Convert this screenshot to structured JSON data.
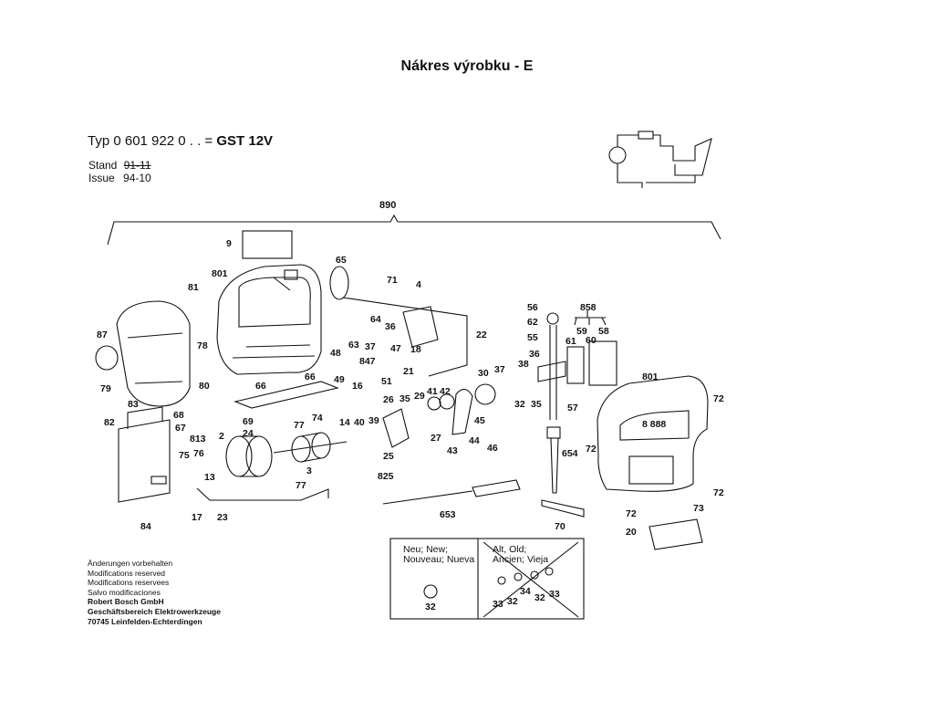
{
  "page_title": "Nákres výrobku - E",
  "header": {
    "typ_prefix": "Typ 0 601 922 0 . . = ",
    "model": "GST 12V",
    "stand_label": "Stand",
    "stand_value": "91-11",
    "issue_label": "Issue",
    "issue_value": "94-10"
  },
  "assembly_number": "890",
  "parts": [
    {
      "id": "p9",
      "label": "9"
    },
    {
      "id": "p801a",
      "label": "801"
    },
    {
      "id": "p65",
      "label": "65"
    },
    {
      "id": "p81",
      "label": "81"
    },
    {
      "id": "p71",
      "label": "71"
    },
    {
      "id": "p4",
      "label": "4"
    },
    {
      "id": "p87",
      "label": "87"
    },
    {
      "id": "p78",
      "label": "78"
    },
    {
      "id": "p64",
      "label": "64"
    },
    {
      "id": "p36a",
      "label": "36"
    },
    {
      "id": "p63",
      "label": "63"
    },
    {
      "id": "p37a",
      "label": "37"
    },
    {
      "id": "p47",
      "label": "47"
    },
    {
      "id": "p18",
      "label": "18"
    },
    {
      "id": "p22",
      "label": "22"
    },
    {
      "id": "p48",
      "label": "48"
    },
    {
      "id": "p847",
      "label": "847"
    },
    {
      "id": "p49",
      "label": "49"
    },
    {
      "id": "p51",
      "label": "51"
    },
    {
      "id": "p21",
      "label": "21"
    },
    {
      "id": "p79",
      "label": "79"
    },
    {
      "id": "p80",
      "label": "80"
    },
    {
      "id": "p66a",
      "label": "66"
    },
    {
      "id": "p66b",
      "label": "66"
    },
    {
      "id": "p16",
      "label": "16"
    },
    {
      "id": "p83",
      "label": "83"
    },
    {
      "id": "p82",
      "label": "82"
    },
    {
      "id": "p68",
      "label": "68"
    },
    {
      "id": "p67",
      "label": "67"
    },
    {
      "id": "p69",
      "label": "69"
    },
    {
      "id": "p24",
      "label": "24"
    },
    {
      "id": "p77a",
      "label": "77"
    },
    {
      "id": "p74",
      "label": "74"
    },
    {
      "id": "p14",
      "label": "14"
    },
    {
      "id": "p40",
      "label": "40"
    },
    {
      "id": "p39",
      "label": "39"
    },
    {
      "id": "p26",
      "label": "26"
    },
    {
      "id": "p35a",
      "label": "35"
    },
    {
      "id": "p29",
      "label": "29"
    },
    {
      "id": "p41",
      "label": "41"
    },
    {
      "id": "p42",
      "label": "42"
    },
    {
      "id": "p30",
      "label": "30"
    },
    {
      "id": "p37b",
      "label": "37"
    },
    {
      "id": "p813",
      "label": "813"
    },
    {
      "id": "p2",
      "label": "2"
    },
    {
      "id": "p75",
      "label": "75"
    },
    {
      "id": "p76",
      "label": "76"
    },
    {
      "id": "p13",
      "label": "13"
    },
    {
      "id": "p3",
      "label": "3"
    },
    {
      "id": "p77b",
      "label": "77"
    },
    {
      "id": "p25",
      "label": "25"
    },
    {
      "id": "p825",
      "label": "825"
    },
    {
      "id": "p27",
      "label": "27"
    },
    {
      "id": "p43",
      "label": "43"
    },
    {
      "id": "p44",
      "label": "44"
    },
    {
      "id": "p45",
      "label": "45"
    },
    {
      "id": "p46",
      "label": "46"
    },
    {
      "id": "p84",
      "label": "84"
    },
    {
      "id": "p17",
      "label": "17"
    },
    {
      "id": "p23",
      "label": "23"
    },
    {
      "id": "p653",
      "label": "653"
    },
    {
      "id": "p56",
      "label": "56"
    },
    {
      "id": "p62",
      "label": "62"
    },
    {
      "id": "p55",
      "label": "55"
    },
    {
      "id": "p36b",
      "label": "36"
    },
    {
      "id": "p38",
      "label": "38"
    },
    {
      "id": "p32",
      "label": "32"
    },
    {
      "id": "p35b",
      "label": "35"
    },
    {
      "id": "p57",
      "label": "57"
    },
    {
      "id": "p654",
      "label": "654"
    },
    {
      "id": "p858",
      "label": "858"
    },
    {
      "id": "p61",
      "label": "61"
    },
    {
      "id": "p59",
      "label": "59"
    },
    {
      "id": "p58",
      "label": "58"
    },
    {
      "id": "p60",
      "label": "60"
    },
    {
      "id": "p801b",
      "label": "801"
    },
    {
      "id": "p72a",
      "label": "72"
    },
    {
      "id": "p888",
      "label": "8 888"
    },
    {
      "id": "p72b",
      "label": "72"
    },
    {
      "id": "p72c",
      "label": "72"
    },
    {
      "id": "p72d",
      "label": "72"
    },
    {
      "id": "p73",
      "label": "73"
    },
    {
      "id": "p70",
      "label": "70"
    },
    {
      "id": "p20",
      "label": "20"
    }
  ],
  "notes": [
    "Änderungen vorbehalten",
    "Modifications reserved",
    "Modifications reservees",
    "Salvo modificaciones"
  ],
  "company": [
    "Robert Bosch GmbH",
    "Geschäftsbereich Elektrowerkzeuge",
    "70745 Leinfelden-Echterdingen"
  ],
  "legend": {
    "new_label": "Neu; New;\nNouveau; Nueva",
    "new_part": "32",
    "old_label": "Alt, Old;\nAncien; Vieja",
    "old_parts": [
      "33",
      "32",
      "34",
      "32",
      "33"
    ]
  }
}
